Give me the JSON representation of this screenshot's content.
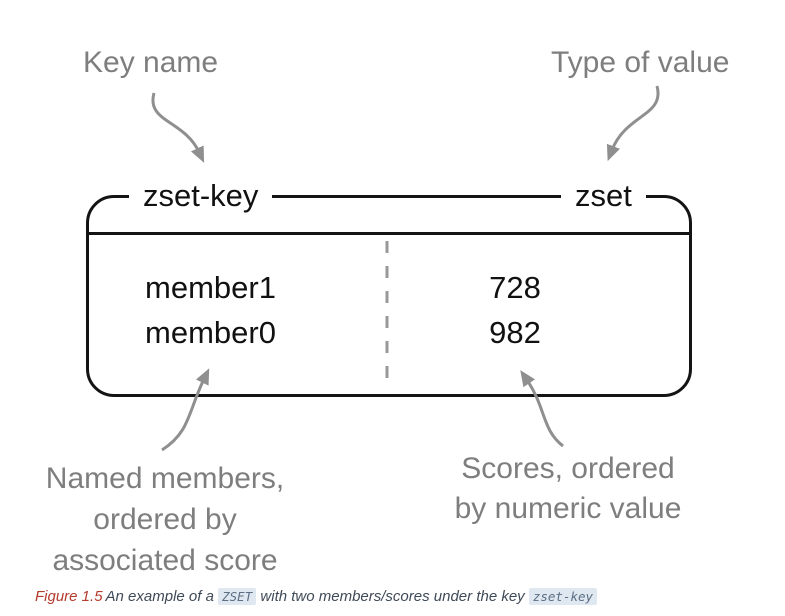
{
  "diagram": {
    "annotations": {
      "key_name": "Key name",
      "type_of_value": "Type of value",
      "members_note": {
        "line1": "Named members,",
        "line2": "ordered by",
        "line3": "associated score"
      },
      "scores_note": {
        "line1": "Scores, ordered",
        "line2": "by numeric value"
      }
    },
    "box": {
      "key_label": "zset-key",
      "type_label": "zset",
      "rows": [
        {
          "member": "member1",
          "score": "728"
        },
        {
          "member": "member0",
          "score": "982"
        }
      ]
    },
    "colors": {
      "line_black": "#141414",
      "annotation_gray": "#7e7e7e",
      "arrow_gray": "#8f8f8f",
      "divider_gray": "#999999",
      "figure_label_red": "#b53a2c",
      "caption_text": "#3f4a57",
      "code_text": "#5b6e83",
      "code_background": "#dfe7f0"
    }
  },
  "caption": {
    "figure_label": "Figure 1.5",
    "text_part1": "An example of a ",
    "code1": "ZSET",
    "text_part2": " with two members/scores under the key ",
    "code2": "zset-key"
  }
}
